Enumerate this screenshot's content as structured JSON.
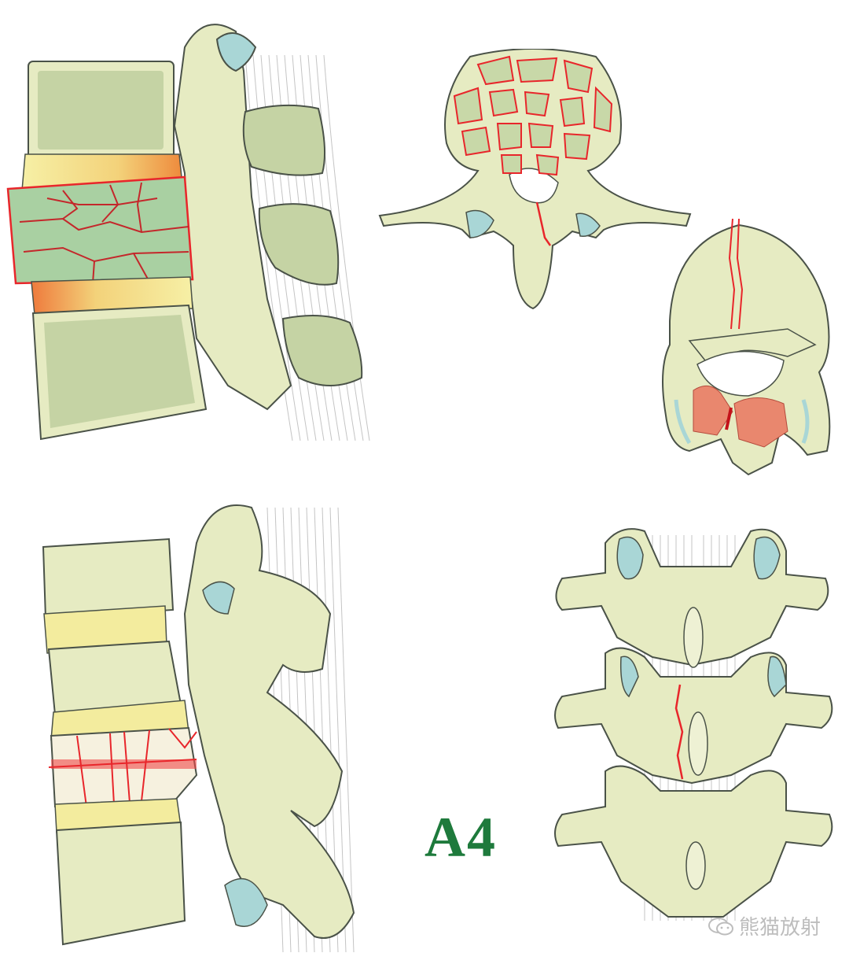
{
  "figure": {
    "label": "A4",
    "label_color": "#1e7a3c",
    "watermark": "熊猫放射",
    "watermark_icon": "wechat-icon",
    "panels": [
      {
        "id": "lateral-burst-top",
        "description": "Lateral view of lumbar spine with comminuted burst fracture of vertebral body"
      },
      {
        "id": "axial-comminuted",
        "description": "Axial view of vertebra with comminuted body fracture lines"
      },
      {
        "id": "axial-split-lamina",
        "description": "Axial view showing sagittal split of vertebral body and lamina fracture"
      },
      {
        "id": "lateral-burst-bottom",
        "description": "Lateral view of spine with complete burst fracture and red fracture lines"
      },
      {
        "id": "posterior-view",
        "description": "Posterior view of spine with vertical lamina fracture"
      }
    ]
  },
  "colors": {
    "bone": "#e6ebc2",
    "bone_dark": "#c9d69f",
    "body_fill": "#c5d3a4",
    "disc": "#f3ec9e",
    "cartilage": "#a9d6d6",
    "fracture": "#e8262b",
    "ligament": "#e9876e",
    "outline": "#4a5248",
    "ligament_lines": "#bdbdbd"
  }
}
